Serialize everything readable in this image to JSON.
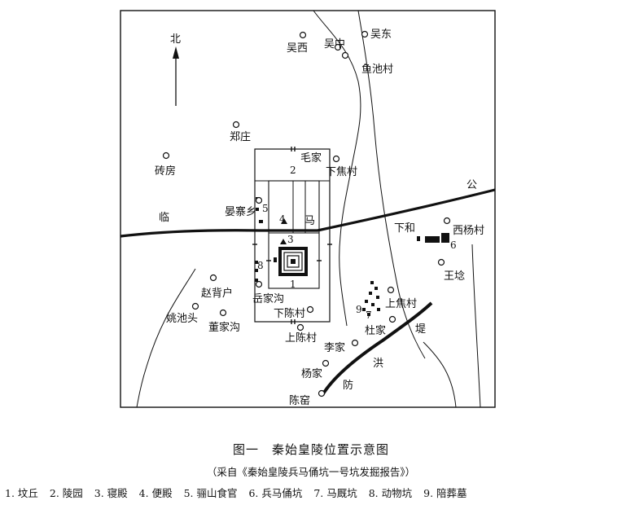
{
  "map": {
    "north_label": "北",
    "places": {
      "wuxi": "吴西",
      "wuzhong": "吴中",
      "wudong": "吴东",
      "yuchicun": "鱼池村",
      "zhengzhuang": "郑庄",
      "zhuanfang": "砖房",
      "maojia": "毛家",
      "xiajiaocun": "下焦村",
      "yanzhaixiang": "晏寨乡",
      "xiahe": "下和",
      "xiyangcun": "西杨村",
      "wangyu": "王埝",
      "zhaobeihu": "赵背户",
      "yaochitou": "姚池头",
      "dongjiagou": "董家沟",
      "yuejiagou": "岳家沟",
      "xiachencun": "下陈村",
      "shangchencun": "上陈村",
      "shangjiaocun": "上焦村",
      "dujia": "杜家",
      "lijia": "李家",
      "yangjia": "杨家",
      "chenyao": "陈窑"
    },
    "road_labels": [
      "临",
      "马",
      "公"
    ],
    "levee_labels": [
      "防",
      "洪",
      "堤"
    ],
    "site_numbers": [
      "1",
      "2",
      "3",
      "4",
      "5",
      "6",
      "7",
      "8",
      "9"
    ]
  },
  "caption": {
    "title": "图一　秦始皇陵位置示意图",
    "source": "（采自《秦始皇陵兵马俑坑一号坑发掘报告》）",
    "legend": [
      "1. 坟丘",
      "2. 陵园",
      "3. 寝殿",
      "4. 便殿",
      "5. 骊山食官",
      "6. 兵马俑坑",
      "7. 马厩坑",
      "8. 动物坑",
      "9. 陪葬墓"
    ]
  }
}
